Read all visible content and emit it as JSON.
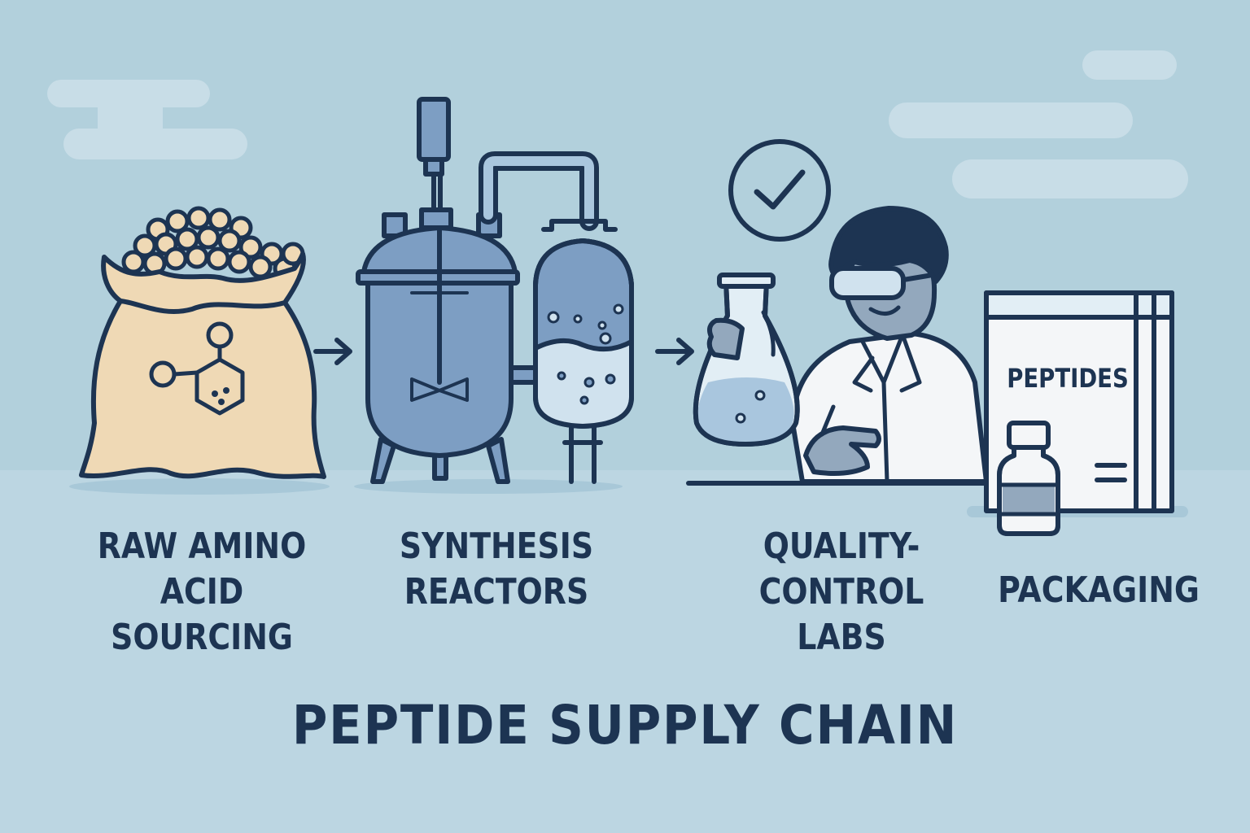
{
  "stages": [
    {
      "lines": [
        "RAW AMINO",
        "ACID",
        "SOURCING"
      ]
    },
    {
      "lines": [
        "SYNTHESIS",
        "REACTORS"
      ]
    },
    {
      "lines": [
        "QUALITY-",
        "CONTROL LABS"
      ]
    },
    {
      "lines": [
        "PACKAGING"
      ]
    }
  ],
  "box_label": "PEPTIDES",
  "title": "PEPTIDE SUPPLY CHAIN",
  "colors": {
    "background": "#b2d0dc",
    "floor": "#bcd6e2",
    "ink": "#1d3452",
    "sack": "#efd9b5",
    "steel": "#7d9ec3",
    "liquid": "#a9c6de",
    "coat": "#f4f6f8",
    "skin": "#93a8bd"
  }
}
